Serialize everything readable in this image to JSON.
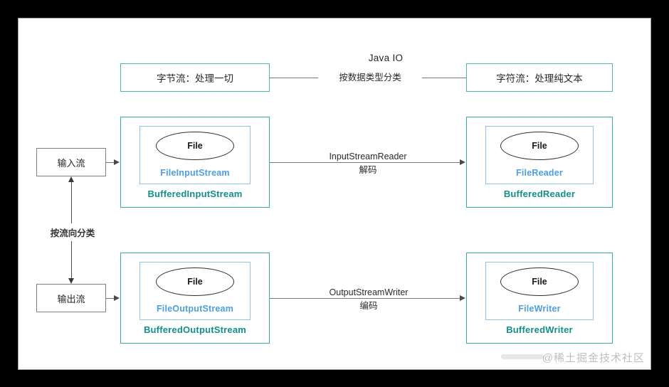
{
  "title": "Java IO",
  "canvas": {
    "background": "#ffffff",
    "border_color": "#9b9b9b",
    "outer_background": "#000000"
  },
  "colors": {
    "teal": "#0f9189",
    "teal_border": "#31b0a8",
    "blue": "#4a9eed",
    "blue_border": "#8dc4f0",
    "gray_border": "#808080",
    "line": "#7a7a7a",
    "text": "#262626"
  },
  "top_row": {
    "left_box": "字节流：处理一切",
    "edge_label": "按数据类型分类",
    "right_box": "字符流：处理纯文本"
  },
  "left_column": {
    "input_box": "输入流",
    "output_box": "输出流",
    "axis_label": "按流向分类"
  },
  "groups": [
    {
      "id": "buffered-input-stream",
      "outer_label": "BufferedInputStream",
      "inner_label": "FileInputStream",
      "ellipse_label": "File"
    },
    {
      "id": "buffered-reader",
      "outer_label": "BufferedReader",
      "inner_label": "FileReader",
      "ellipse_label": "File"
    },
    {
      "id": "buffered-output-stream",
      "outer_label": "BufferedOutputStream",
      "inner_label": "FileOutputStream",
      "ellipse_label": "File"
    },
    {
      "id": "buffered-writer",
      "outer_label": "BufferedWriter",
      "inner_label": "FileWriter",
      "ellipse_label": "File"
    }
  ],
  "middle_edges": {
    "upper_line1": "InputStreamReader",
    "upper_line2": "解码",
    "lower_line1": "OutputStreamWriter",
    "lower_line2": "编码"
  },
  "watermark": "@稀土掘金技术社区"
}
